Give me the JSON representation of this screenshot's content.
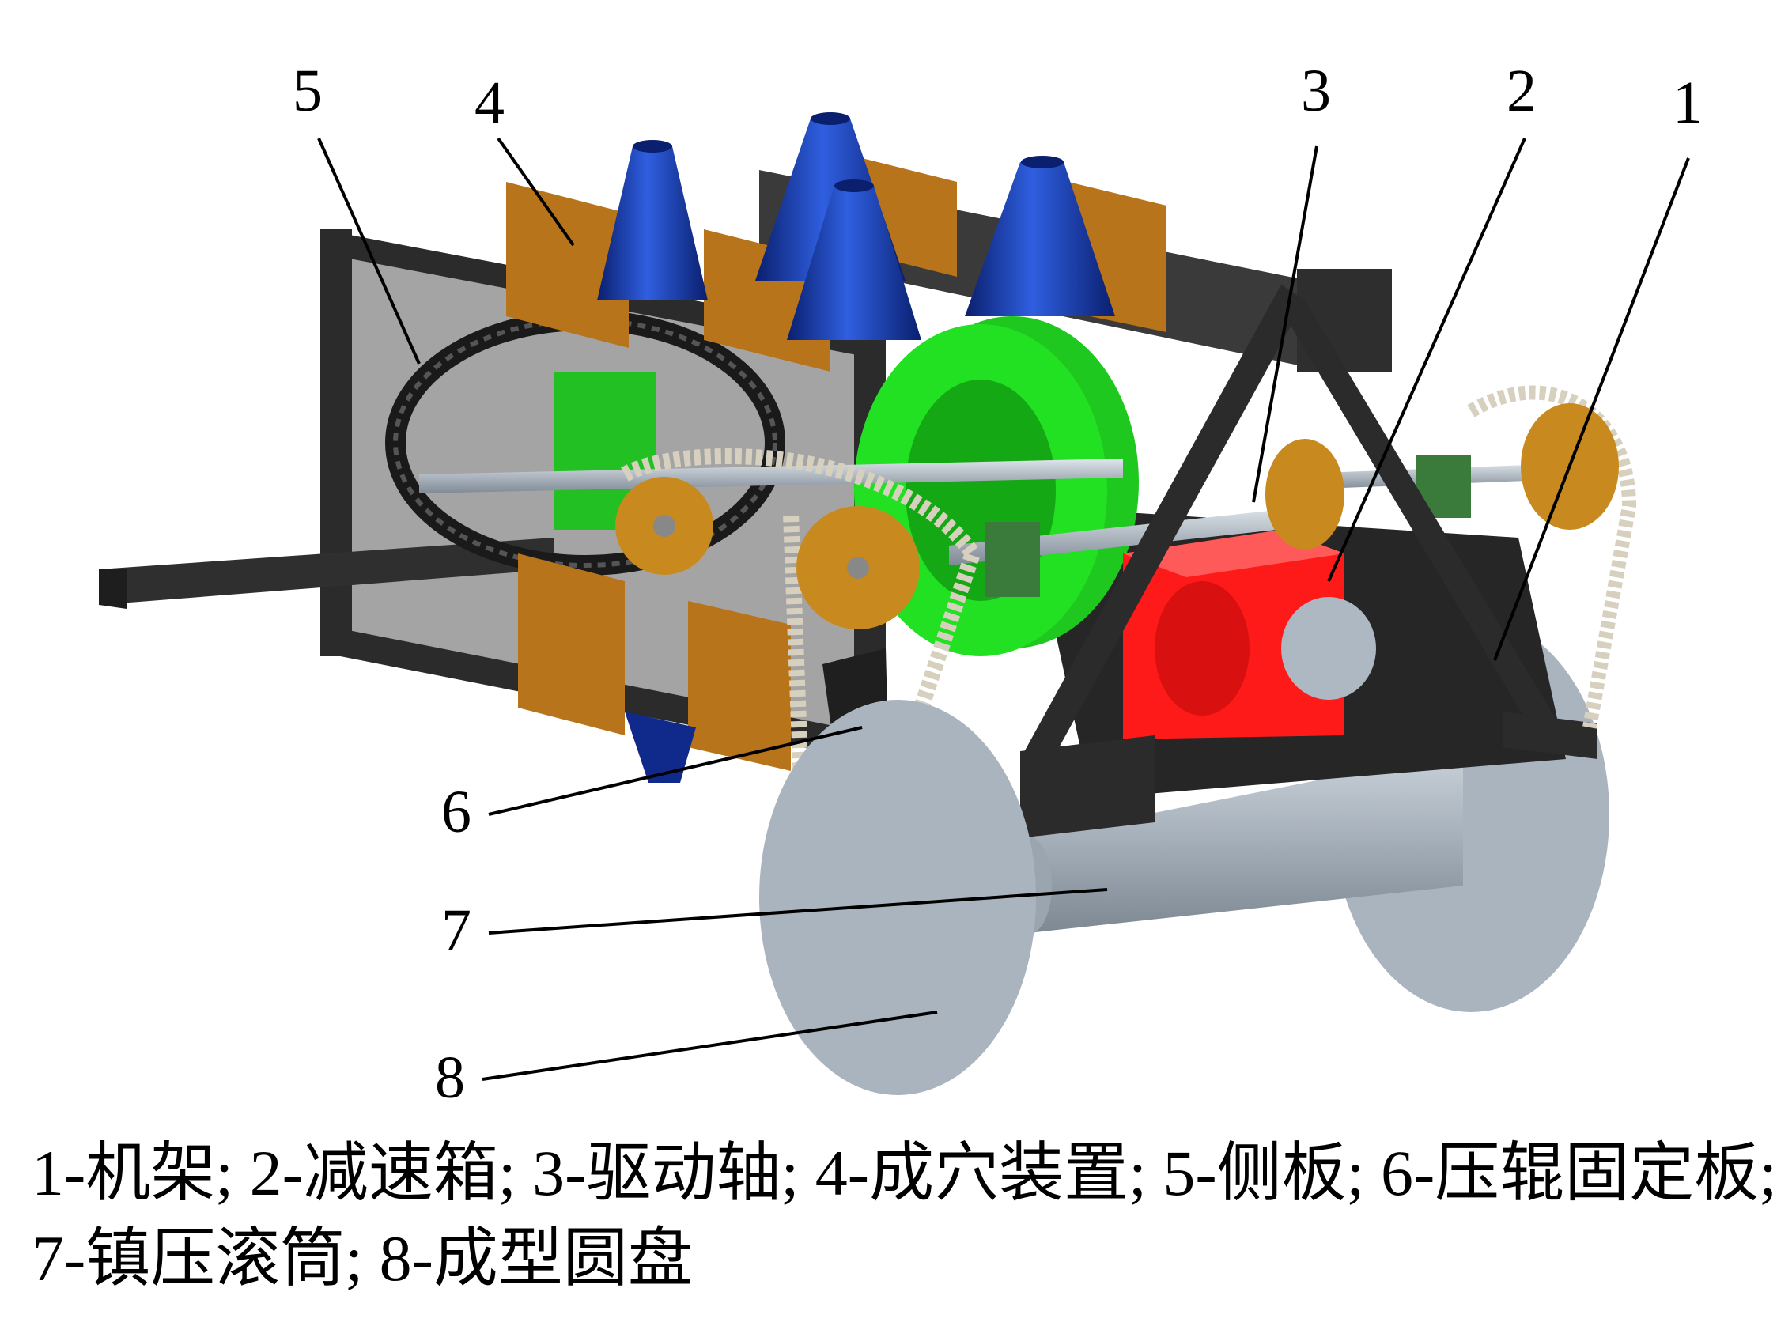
{
  "colors": {
    "frame": "#2b2b2b",
    "side_panel": "#8c8c8c",
    "cone": "#1a3fb0",
    "orange_plate": "#b8741a",
    "green_drum": "#22e022",
    "gearbox": "#ff1a1a",
    "steel": "#aeb8c2",
    "chain": "#d8d0bf"
  },
  "callouts": [
    {
      "id": "1",
      "label": "1"
    },
    {
      "id": "2",
      "label": "2"
    },
    {
      "id": "3",
      "label": "3"
    },
    {
      "id": "4",
      "label": "4"
    },
    {
      "id": "5",
      "label": "5"
    },
    {
      "id": "6",
      "label": "6"
    },
    {
      "id": "7",
      "label": "7"
    },
    {
      "id": "8",
      "label": "8"
    }
  ],
  "caption": {
    "line1": "1-机架; 2-减速箱; 3-驱动轴; 4-成穴装置; 5-侧板; 6-压辊固定板;",
    "line2": "7-镇压滚筒; 8-成型圆盘"
  }
}
